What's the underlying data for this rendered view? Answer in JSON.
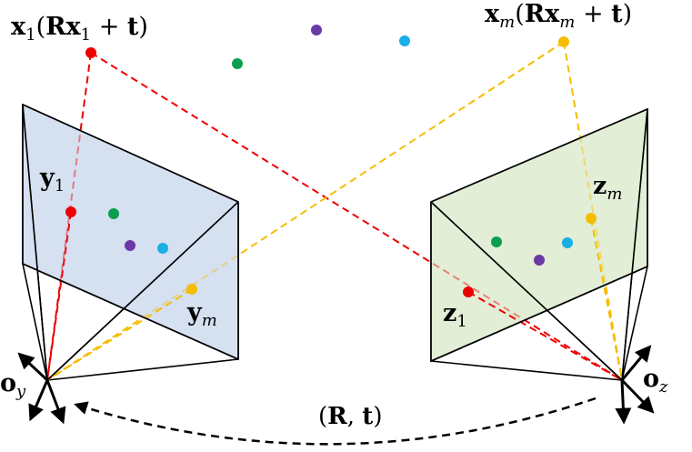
{
  "labels": {
    "x1_main": "x",
    "x1_sub": "1",
    "x1_paren_open": "(",
    "x1_R": "Rx",
    "x1_R_sub": "1",
    "x1_plus": " + ",
    "x1_t": "t",
    "x1_paren_close": ")",
    "xm_main": "x",
    "xm_sub": "m",
    "xm_paren_open": "(",
    "xm_R": "Rx",
    "xm_R_sub": "m",
    "xm_plus": " + ",
    "xm_t": "t",
    "xm_paren_close": ")",
    "y1_main": "y",
    "y1_sub": "1",
    "ym_main": "y",
    "ym_sub": "m",
    "z1_main": "z",
    "z1_sub": "1",
    "zm_main": "z",
    "zm_sub": "m",
    "oy_main": "o",
    "oy_sub": "y",
    "oz_main": "o",
    "oz_sub": "z",
    "transform_open": "(",
    "transform_R": "R",
    "transform_comma": ", ",
    "transform_t": "t",
    "transform_close": ")"
  },
  "colors": {
    "left_plane": "#d6e0f1",
    "right_plane": "#e2eed6",
    "red": "#ee0000",
    "orange": "#f5bd00",
    "green": "#0a9e50",
    "purple": "#6b3aa6",
    "cyan": "#18aee6",
    "black": "#000000"
  }
}
